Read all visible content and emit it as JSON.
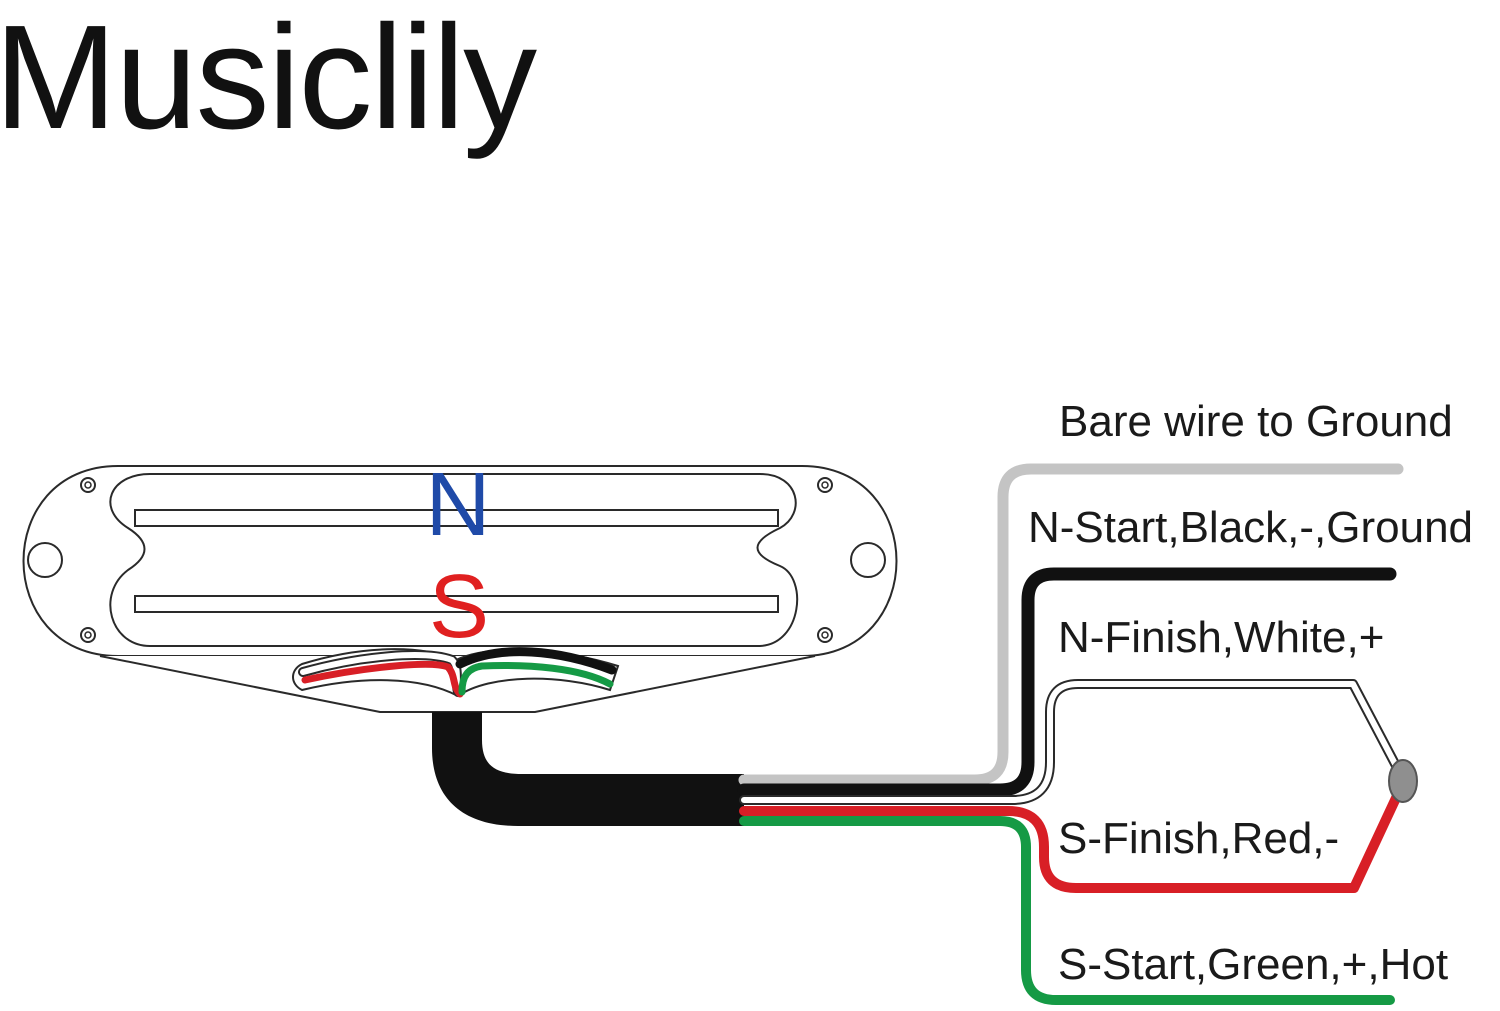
{
  "brand": "Musiclily",
  "pickup": {
    "north_label": "N",
    "south_label": "S"
  },
  "wires": [
    {
      "id": "bare",
      "label": "Bare wire to Ground",
      "color": "#c4c4c4"
    },
    {
      "id": "n-start",
      "label": "N-Start,Black,-,Ground",
      "color": "#111111"
    },
    {
      "id": "n-finish",
      "label": "N-Finish,White,+",
      "color": "#ffffff"
    },
    {
      "id": "s-finish",
      "label": "S-Finish,Red,-",
      "color": "#d81f26"
    },
    {
      "id": "s-start",
      "label": "S-Start,Green,+,Hot",
      "color": "#159a45"
    }
  ],
  "colors": {
    "north": "#1f4aa8",
    "south": "#e02020",
    "cable": "#111111",
    "solder_joint": "#8f8f8f",
    "outline": "#2a2a2a"
  }
}
